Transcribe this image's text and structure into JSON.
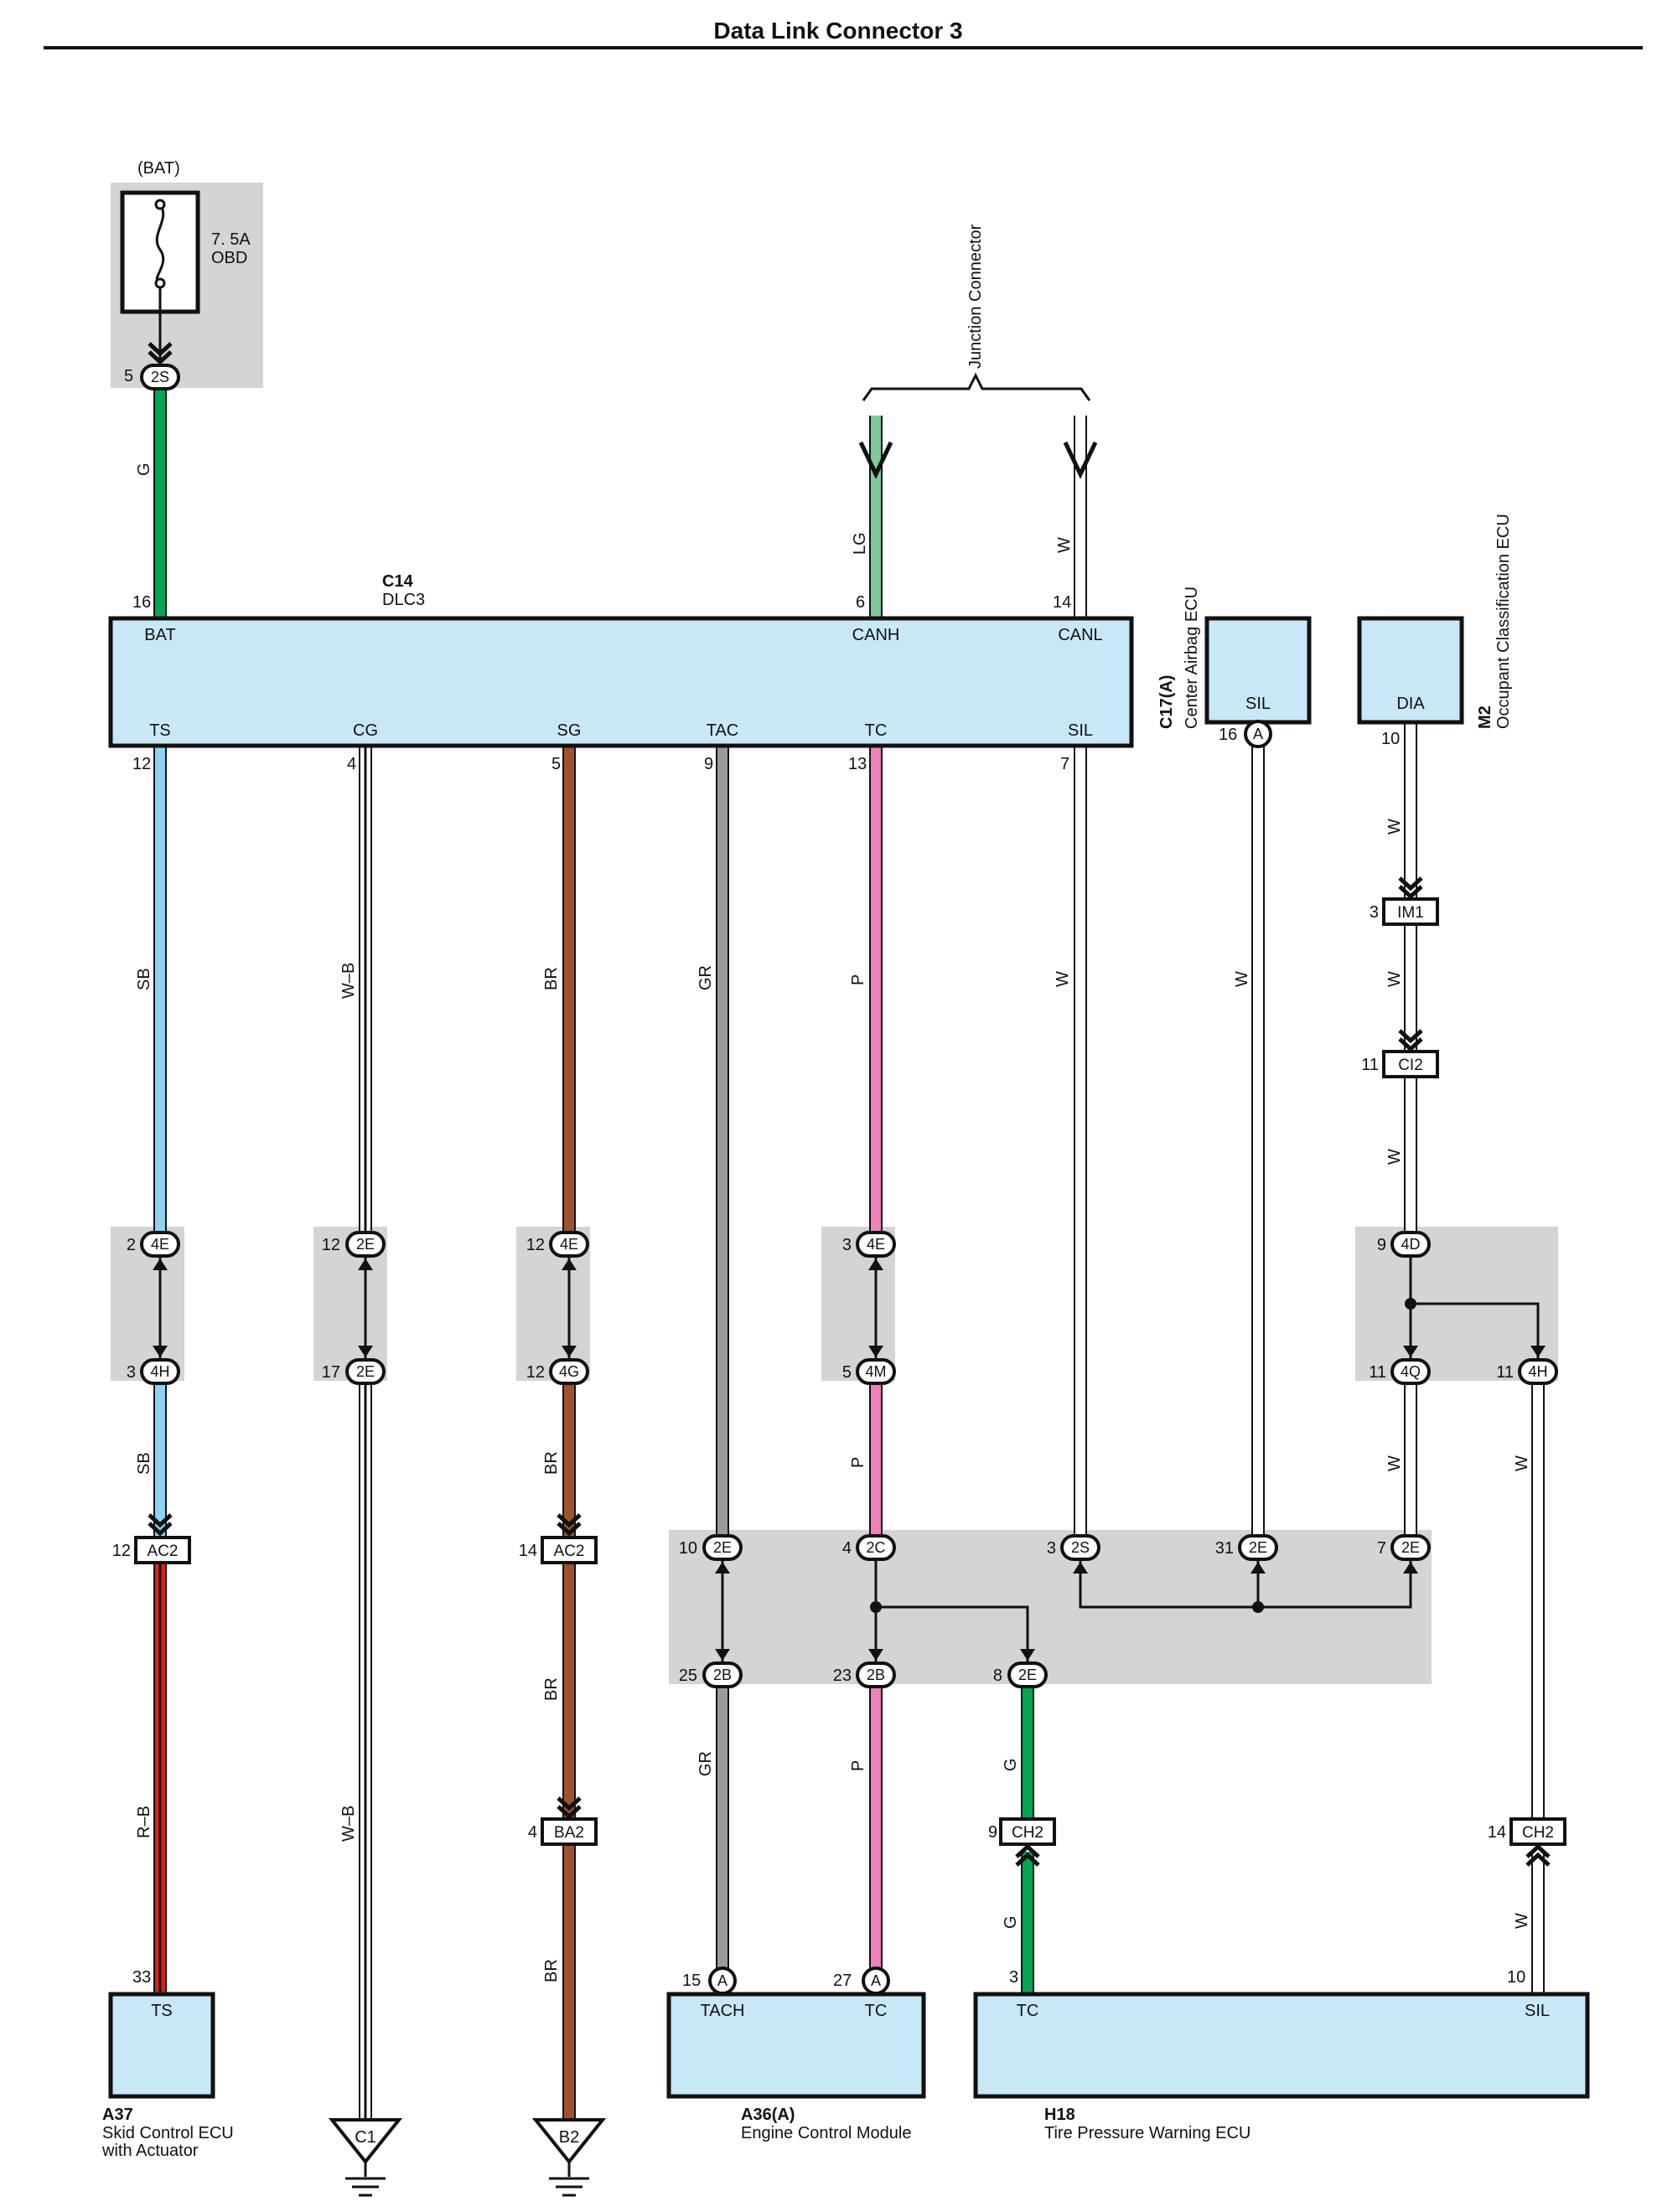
{
  "title": "Data Link Connector 3",
  "colors": {
    "G": "#00a651",
    "LG": "#7fc99a",
    "SB": "#8fd3f4",
    "BR": "#a0522d",
    "GR": "#9a9a9a",
    "P": "#f080b8",
    "W": "#ffffff",
    "R": "#e02020",
    "B": "#111111",
    "ecu_fill": "#c8e8f8",
    "junction_shade": "#d4d4d4"
  },
  "fuse": {
    "source": "(BAT)",
    "rating": "7. 5A",
    "name": "OBD",
    "pin": "5",
    "pill": "2S"
  },
  "junction_connector": "Junction Connector",
  "dlc": {
    "id": "C14",
    "name": "DLC3",
    "top_terminals": [
      {
        "pin": "16",
        "name": "BAT"
      },
      {
        "pin": "6",
        "name": "CANH"
      },
      {
        "pin": "14",
        "name": "CANL"
      }
    ],
    "bottom_terminals": [
      {
        "pin": "12",
        "name": "TS"
      },
      {
        "pin": "4",
        "name": "CG"
      },
      {
        "pin": "5",
        "name": "SG"
      },
      {
        "pin": "9",
        "name": "TAC"
      },
      {
        "pin": "13",
        "name": "TC"
      },
      {
        "pin": "7",
        "name": "SIL"
      }
    ]
  },
  "airbag_ecu": {
    "id": "C17(A)",
    "name": "Center Airbag ECU",
    "terminal": "SIL",
    "pin": "16",
    "pill": "A"
  },
  "occupant_ecu": {
    "id": "M2",
    "name": "Occupant Classification ECU",
    "terminal": "DIA",
    "pin": "10"
  },
  "wire_labels": {
    "bat_g": "G",
    "canh_lg": "LG",
    "canl_w": "W",
    "ts_sb": "SB",
    "cg_wb": "W–B",
    "sg_br": "BR",
    "tac_gr": "GR",
    "tc_p": "P",
    "sil_w": "W",
    "airbag_w": "W",
    "occ_w1": "W",
    "occ_w2": "W",
    "occ_w3": "W",
    "ts_sb2": "SB",
    "sg_br2": "BR",
    "tc_p2": "P",
    "occ_w4q": "W",
    "occ_w4h": "W",
    "ts_rb": "R–B",
    "cg_wb2": "W–B",
    "sg_br3": "BR",
    "sg_br4": "BR",
    "tac_gr2": "GR",
    "tc_p3": "P",
    "tpw_g1": "G",
    "tpw_g2": "G",
    "tpw_w": "W"
  },
  "connectors": {
    "im1": {
      "pin": "3",
      "name": "IM1"
    },
    "ci2": {
      "pin": "11",
      "name": "CI2"
    },
    "ac2_ts": {
      "pin": "12",
      "name": "AC2"
    },
    "ac2_sg": {
      "pin": "14",
      "name": "AC2"
    },
    "ba2": {
      "pin": "4",
      "name": "BA2"
    },
    "ch2_tc": {
      "pin": "9",
      "name": "CH2"
    },
    "ch2_sil": {
      "pin": "14",
      "name": "CH2"
    }
  },
  "junction_pins": {
    "ts_top": {
      "pin": "2",
      "pill": "4E"
    },
    "ts_bot": {
      "pin": "3",
      "pill": "4H"
    },
    "cg_top": {
      "pin": "12",
      "pill": "2E"
    },
    "cg_bot": {
      "pin": "17",
      "pill": "2E"
    },
    "sg_top": {
      "pin": "12",
      "pill": "4E"
    },
    "sg_bot": {
      "pin": "12",
      "pill": "4G"
    },
    "tc_top": {
      "pin": "3",
      "pill": "4E"
    },
    "tc_bot": {
      "pin": "5",
      "pill": "4M"
    },
    "occ_top": {
      "pin": "9",
      "pill": "4D"
    },
    "occ_bot1": {
      "pin": "11",
      "pill": "4Q"
    },
    "occ_bot2": {
      "pin": "11",
      "pill": "4H"
    },
    "tac_top": {
      "pin": "10",
      "pill": "2E"
    },
    "tc2_top": {
      "pin": "4",
      "pill": "2C"
    },
    "sil_top": {
      "pin": "3",
      "pill": "2S"
    },
    "airbag_top": {
      "pin": "31",
      "pill": "2E"
    },
    "occ2_top": {
      "pin": "7",
      "pill": "2E"
    },
    "tac_bot": {
      "pin": "25",
      "pill": "2B"
    },
    "tc2_bot": {
      "pin": "23",
      "pill": "2B"
    },
    "tpw_bot": {
      "pin": "8",
      "pill": "2E"
    }
  },
  "skid_ecu": {
    "id": "A37",
    "name": "Skid Control ECU",
    "name2": "with Actuator",
    "terminal": "TS",
    "pin": "33"
  },
  "engine_ecm": {
    "id": "A36(A)",
    "name": "Engine Control Module",
    "terminals": [
      {
        "pin": "15",
        "pill": "A",
        "name": "TACH"
      },
      {
        "pin": "27",
        "pill": "A",
        "name": "TC"
      }
    ]
  },
  "tpw_ecu": {
    "id": "H18",
    "name": "Tire Pressure Warning ECU",
    "terminals": [
      {
        "pin": "3",
        "name": "TC"
      },
      {
        "pin": "10",
        "name": "SIL"
      }
    ]
  },
  "grounds": [
    "C1",
    "B2"
  ]
}
